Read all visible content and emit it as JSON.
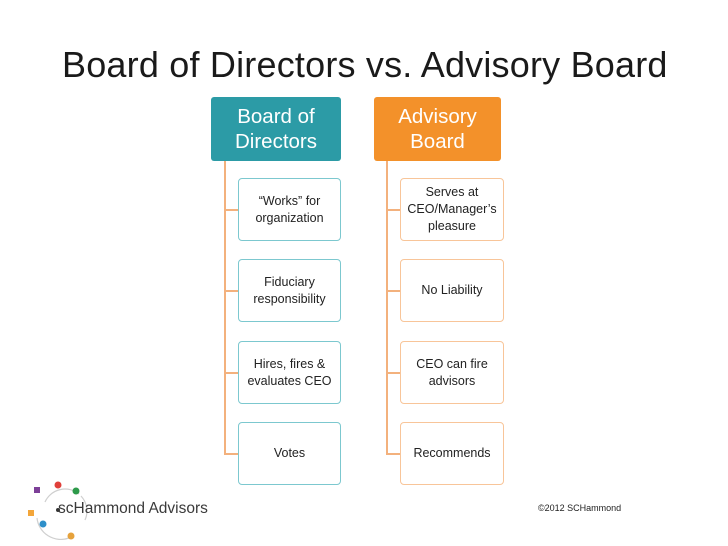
{
  "title": "Board of Directors vs. Advisory Board",
  "directors": {
    "header": "Board of\nDirectors",
    "items": [
      "“Works” for\norganization",
      "Fiduciary\nresponsibility",
      "Hires, fires &\nevaluates CEO",
      "Votes"
    ]
  },
  "advisory": {
    "header": "Advisory\nBoard",
    "items": [
      "Serves at\nCEO/Manager’s\npleasure",
      "No Liability",
      "CEO can fire\nadvisors",
      "Recommends"
    ]
  },
  "logo": {
    "sc": "sc",
    "name": "Hammond Advisors"
  },
  "copyright": "©2012 SCHammond",
  "colors": {
    "directors_header": "#2c9ba6",
    "advisory_header": "#f3912a",
    "directors_border": "#7cc8cf",
    "advisory_border": "#f8c599",
    "connector": "#f3b17d"
  }
}
